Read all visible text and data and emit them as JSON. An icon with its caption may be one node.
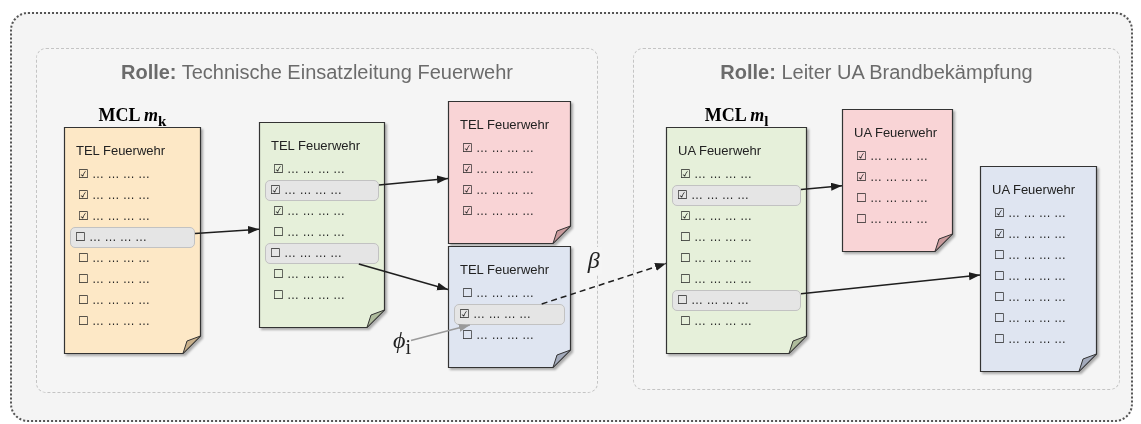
{
  "diagram": {
    "nodes": [
      {
        "text": [
          "**Rolle:** Technische Einsatzleitung Feuerwehr"
        ]
      },
      {
        "text": [
          "MCL *m*$_{k}$",
          "TEL Feuerwehr",
          "☑ … … … …",
          "☑ … … … …",
          "☑ … … … …",
          "☐ … … … …",
          "☐ … … … …",
          "☐ … … … …",
          "☐ … … … …"
        ],
        "in": 0
      },
      {
        "text": [
          "☐ … … … …"
        ],
        "in": 1
      },
      {
        "text": [
          "TEL Feuerwehr",
          "☑ … … … …",
          "☑ … … … …",
          "☐ … … … …",
          "☐ … … … …",
          "☐ … … … …"
        ],
        "in": 0
      },
      {
        "text": [
          "☑ … … … …"
        ],
        "in": 3
      },
      {
        "text": [
          "☐ … … … …"
        ],
        "in": 3
      },
      {
        "text": [
          "TEL Feuerwehr",
          "☑ … … … …",
          "☑ … … … …",
          "☑ … … … …",
          "☑ … … … …"
        ],
        "in": 0
      },
      {
        "text": [
          "TEL Feuerwehr",
          "☐ … … … …",
          "☐ … … … …"
        ],
        "in": 0
      },
      {
        "text": [
          "☑ … … … …"
        ],
        "in": 7
      },
      {
        "text": [
          "*ϕ*$_{i}$"
        ],
        "in": 0
      },
      {
        "text": [
          "**Rolle:** Leiter UA Brandbekämpfung"
        ]
      },
      {
        "text": [
          "MCL *m*$_{l}$",
          "UA Feuerwehr",
          "☑ … … … …",
          "☑ … … … …",
          "☐ … … … …",
          "☐ … … … …",
          "☐ … … … …",
          "☐ … … … …"
        ],
        "in": 10
      },
      {
        "text": [
          "☑ … … … …"
        ],
        "in": 11
      },
      {
        "text": [
          "☐ … … … …"
        ],
        "in": 11
      },
      {
        "text": [
          "UA Feuerwehr",
          "☑ … … … …",
          "☑ … … … …",
          "☐ … … … …",
          "☐ … … … …"
        ],
        "in": 10
      },
      {
        "text": [
          "UA Feuerwehr",
          "☑ … … … …",
          "☑ … … … …",
          "☐ … … … …",
          "☐ … … … …",
          "☐ … … … …",
          "☐ … … … …",
          "☐ … … … …"
        ],
        "in": 10
      }
    ],
    "edges": [
      {
        "from": 2,
        "to": 3,
        "arrow": "to"
      },
      {
        "from": 4,
        "to": 6,
        "arrow": "to"
      },
      {
        "from": 5,
        "to": 7,
        "arrow": "to"
      },
      {
        "from": 8,
        "to": 11,
        "arrow": "to",
        "style": "dashed",
        "label": "*β*"
      },
      {
        "from": 9,
        "to": 8,
        "arrow": "to",
        "color": "#9a9a9a"
      },
      {
        "from": 12,
        "to": 14,
        "arrow": "to"
      },
      {
        "from": 13,
        "to": 15,
        "arrow": "to"
      }
    ]
  }
}
